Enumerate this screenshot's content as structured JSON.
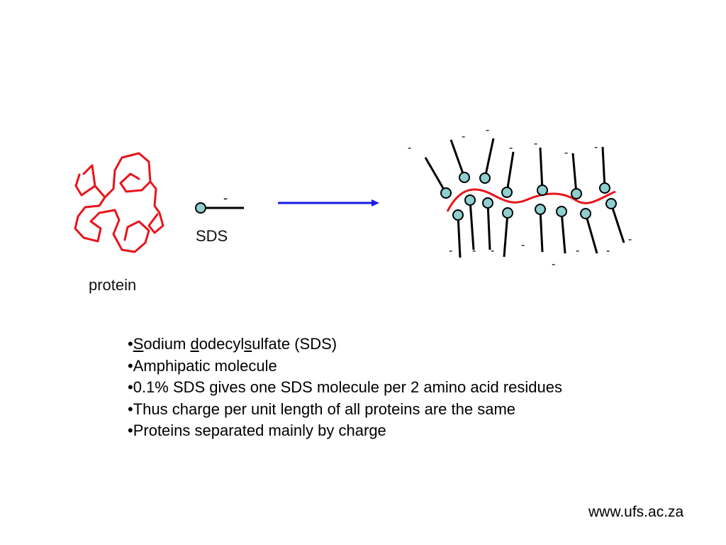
{
  "slide": {
    "sds_label": "SDS",
    "protein_label": "protein",
    "charge_symbol": "-",
    "bullets": [
      {
        "parts": [
          {
            "t": "•"
          },
          {
            "t": "S",
            "u": true
          },
          {
            "t": "odium "
          },
          {
            "t": "d",
            "u": true
          },
          {
            "t": "odecyl"
          },
          {
            "t": "s",
            "u": true
          },
          {
            "t": "ulfate (SDS)"
          }
        ]
      },
      {
        "parts": [
          {
            "t": "•Amphipatic molecule"
          }
        ]
      },
      {
        "parts": [
          {
            "t": "•0.1% SDS gives one SDS molecule per 2 amino acid residues"
          }
        ]
      },
      {
        "parts": [
          {
            "t": "•Thus charge per unit length of all proteins are the same"
          }
        ]
      },
      {
        "parts": [
          {
            "t": "•Proteins separated mainly by charge"
          }
        ]
      }
    ],
    "footer": "www.ufs.ac.za"
  },
  "colors": {
    "protein": "#e8141a",
    "arrow": "#1a1ae8",
    "head_fill": "#8fcfcf",
    "stroke": "#000000"
  }
}
